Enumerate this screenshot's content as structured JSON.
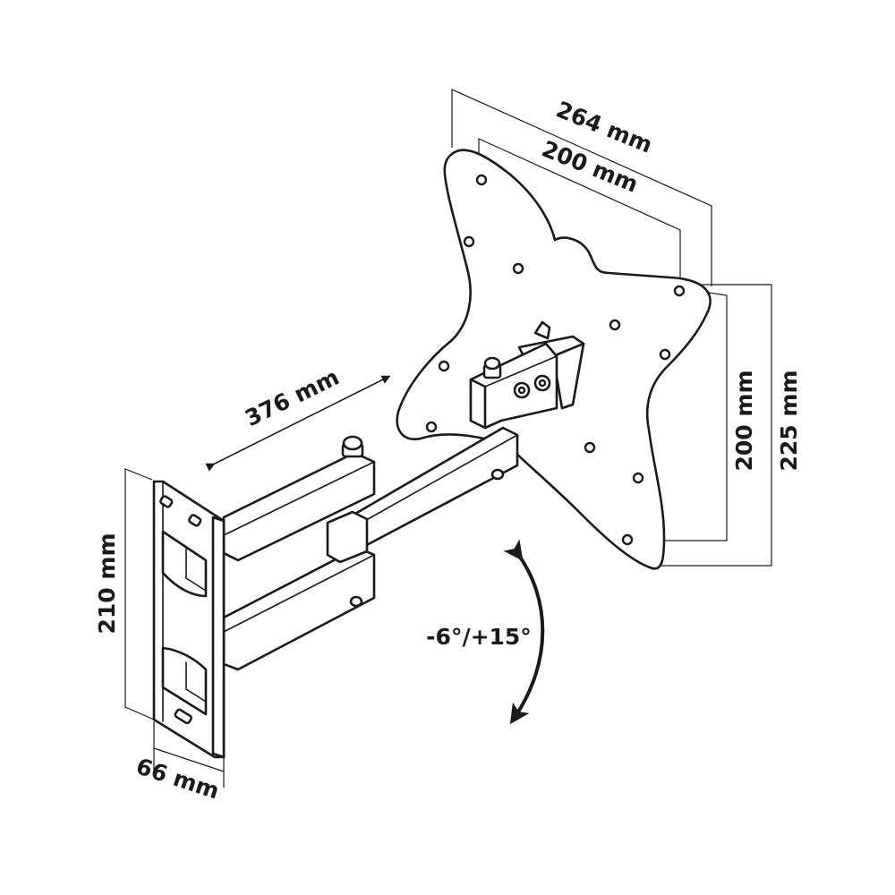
{
  "labels": {
    "width_outer": "264 mm",
    "width_inner": "200 mm",
    "height_inner": "200 mm",
    "height_outer": "225 mm",
    "arm_length": "376 mm",
    "wall_plate_height": "210 mm",
    "wall_plate_depth": "66 mm",
    "tilt_range": "-6°/+15°"
  },
  "colors": {
    "line": "#1a1a1a",
    "background": "#ffffff"
  }
}
